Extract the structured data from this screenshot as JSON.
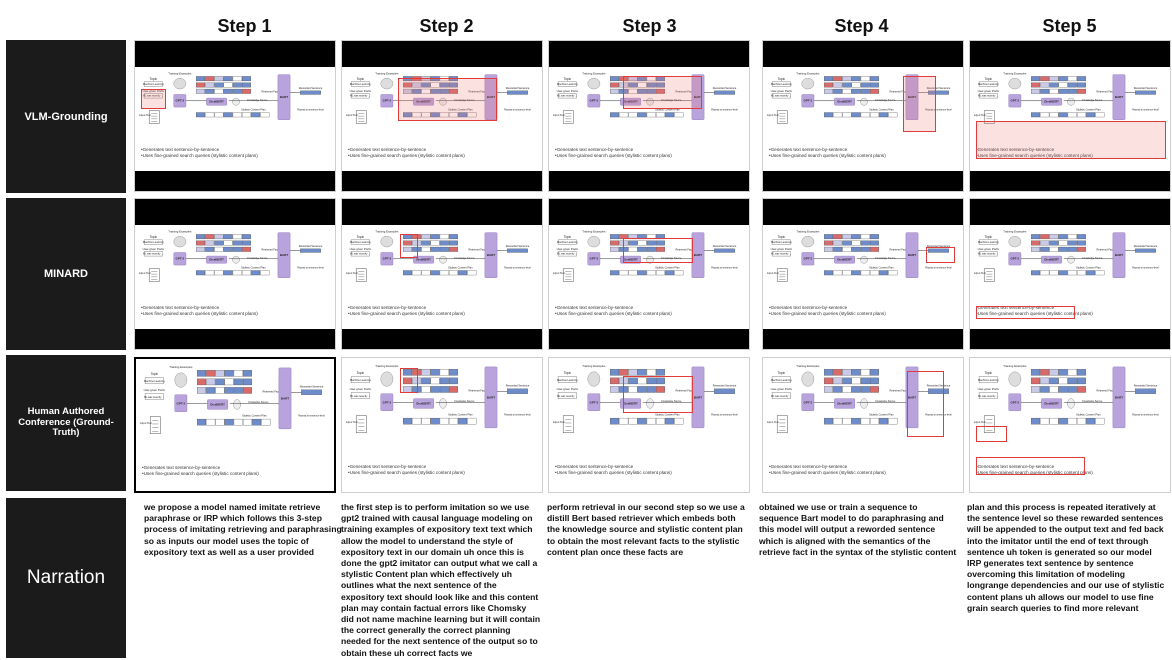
{
  "steps": [
    "Step 1",
    "Step 2",
    "Step 3",
    "Step 4",
    "Step 5"
  ],
  "rows": [
    "VLM-Grounding",
    "MINARD",
    "Human Authored Conference (Ground-Truth)",
    "Narration"
  ],
  "diagram": {
    "topic": "Topic",
    "machine_learning": "Machine Learning",
    "user_prefix": "User-given Prefix",
    "prefix_text": "ML was recently …",
    "output_text": "Output Text",
    "training_examples": "Training Examples",
    "gpt2": "GPT-2",
    "distilbert": "DistilBERT",
    "knowledge_source": "Knowledge Source",
    "retrieved_facts": "Retrieved Facts",
    "stylistic_plan": "Stylistic Content Plan",
    "bart": "BART",
    "reworded_sentence": "Reworded Sentence",
    "repeat": "Repeat at sentence-level",
    "bullet1": "Generates text sentence-by-sentence",
    "bullet2": "Uses fine-grained search queries (stylistic content plans)"
  },
  "narration": [
    "we propose a model named imitate retrieve paraphrase or IRP which follows this 3-step process of imitating retrieving and paraphrasing so as inputs our model uses the topic of expository text as well as a user provided",
    "the first step is to perform imitation so we use gpt2 trained with causal language modeling on training examples of expository text text which allow the model to understand the style of expository text in our domain uh once this is done the gpt2 imitator can output what we call a stylistic Content plan which effectively uh outlines what the next sentence of the expository text should look like and this content plan may contain factual errors like Chomsky did not name machine learning but it will contain the correct generally the correct planning needed for the next sentence of the output so to obtain these uh correct facts we",
    "perform retrieval in our second step so we use a distill Bert based retriever which embeds both the knowledge source and stylistic content plan to obtain the most relevant facts to the stylistic content plan once these facts are",
    "obtained we use or train a sequence to sequence Bart model to do paraphrasing and this model will output a reworded sentence which is aligned with the semantics of the retrieve fact in the syntax of the stylistic content",
    "plan and this process is repeated iteratively at the sentence level so these rewarded sentences will be appended to the output text and fed back into the imitator until the end of text through sentence uh token is generated so our model IRP generates text sentence by sentence overcoming this limitation of modeling longrange dependencies and our use of stylistic content plans uh allows our model to use fine grain search queries to find more relevant"
  ],
  "colors": {
    "label_bg": "#1b1b1b",
    "highlight": "#e23b3b",
    "purple": "#b9a3dc",
    "blue": "#6d8cc9",
    "red": "#d86a6a"
  }
}
